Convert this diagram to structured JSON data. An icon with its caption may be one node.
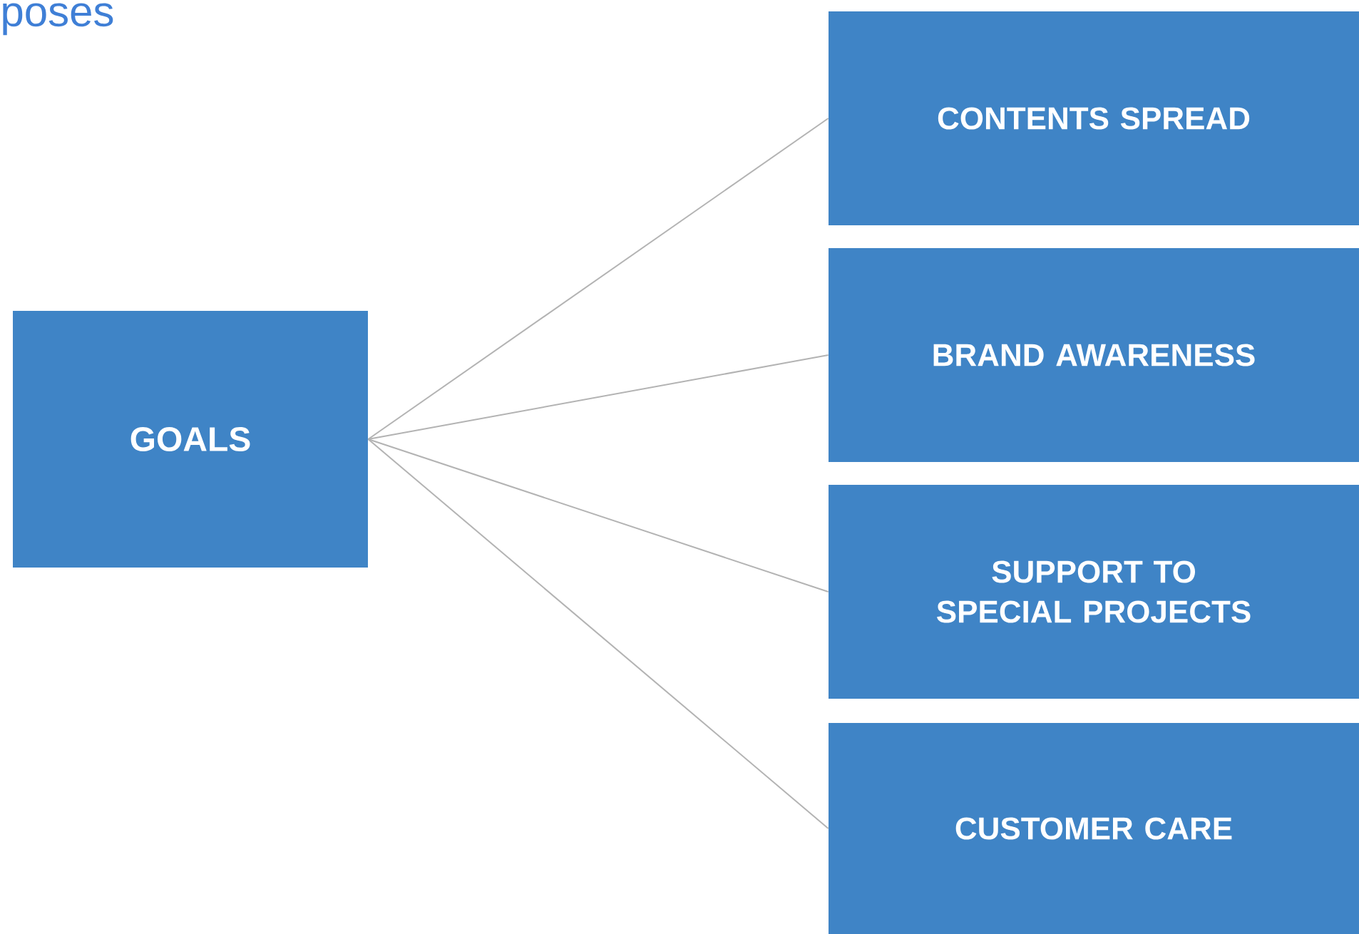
{
  "diagram": {
    "title": "poses",
    "nodes": [
      {
        "text": [
          "GOALS"
        ]
      },
      {
        "text": [
          "CONTENTS SPREAD"
        ]
      },
      {
        "text": [
          "BRAND AWARENESS"
        ]
      },
      {
        "text": [
          "SUPPORT TO SPECIAL PROJECTS"
        ]
      },
      {
        "text": [
          "CUSTOMER CARE"
        ]
      }
    ],
    "edges": [
      {
        "from": 0,
        "to": 1,
        "arrow": "none"
      },
      {
        "from": 0,
        "to": 2,
        "arrow": "none"
      },
      {
        "from": 0,
        "to": 3,
        "arrow": "none"
      },
      {
        "from": 0,
        "to": 4,
        "arrow": "none"
      }
    ]
  }
}
